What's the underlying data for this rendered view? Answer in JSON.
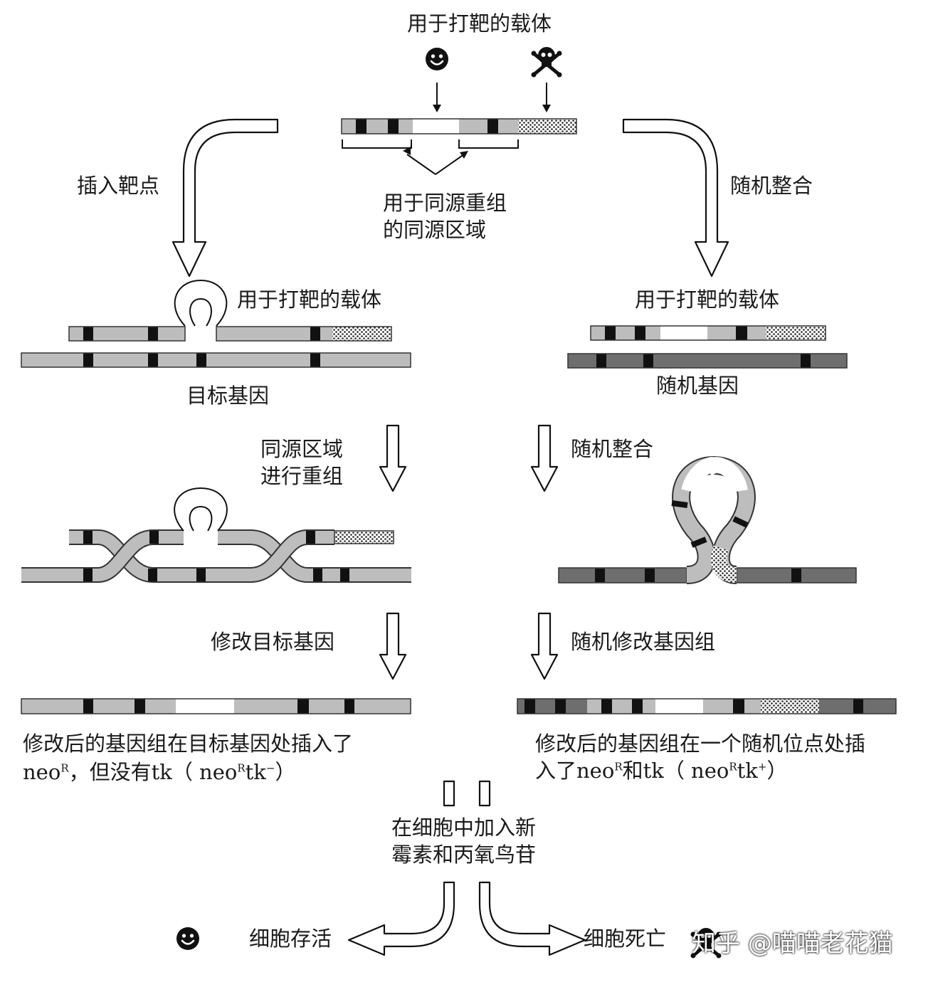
{
  "labels": {
    "vector_title": "用于打靶的载体",
    "insert_target": "插入靶点",
    "random_integration": "随机整合",
    "homology_line1": "用于同源重组",
    "homology_line2": "的同源区域",
    "left_vector": "用于打靶的载体",
    "right_vector": "用于打靶的载体",
    "target_gene": "目标基因",
    "random_gene": "随机基因",
    "recomb_line1": "同源区域",
    "recomb_line2": "进行重组",
    "random_integration_2": "随机整合",
    "modify_target": "修改目标基因",
    "random_modify": "随机修改基因组",
    "left_result_line1": "修改后的基因组在目标基因处插入了",
    "left_result_neo": "neo",
    "left_result_mid": "，但没有tk（ neo",
    "left_result_tk": "tk",
    "left_result_end": "）",
    "right_result_line1": "修改后的基因组在一个随机位点处插",
    "right_result_pre": "入了neo",
    "right_result_mid": "和tk（ neo",
    "right_result_tk": "tk",
    "right_result_end": "）",
    "sup_R": "R",
    "sup_minus": "−",
    "sup_plus": "+",
    "treatment_line1": "在细胞中加入新",
    "treatment_line2": "霉素和丙氧鸟苷",
    "cell_survive": "细胞存活",
    "cell_death": "细胞死亡",
    "watermark": "知乎 @喵喵老花猫"
  },
  "colors": {
    "light_gray": "#bdbdbd",
    "dark_gray": "#6e6e6e",
    "exon_black": "#111111",
    "neo_white": "#ffffff",
    "outline": "#333333"
  },
  "icons": {
    "smiley": "smiley-icon",
    "skull": "skull-crossbones-icon"
  }
}
